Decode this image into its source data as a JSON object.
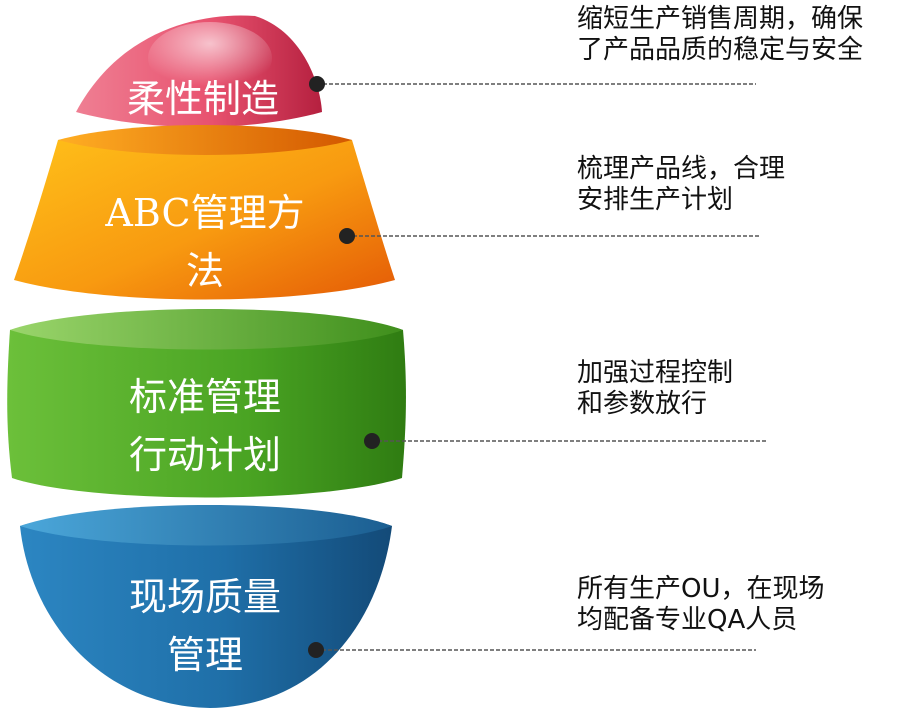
{
  "layers": [
    {
      "id": "flexible",
      "label_lines": [
        "柔性制造"
      ],
      "color": "#e8526f",
      "description": [
        "缩短生产销售周期，确保",
        "了产品品质的稳定与安全"
      ]
    },
    {
      "id": "abc",
      "label_lines": [
        "ABC管理方",
        "法"
      ],
      "color": "#f89a10",
      "description": [
        "梳理产品线，合理",
        "安排生产计划"
      ]
    },
    {
      "id": "standard",
      "label_lines": [
        "标准管理",
        "行动计划"
      ],
      "color": "#5ab52a",
      "description": [
        "加强过程控制",
        "和参数放行"
      ]
    },
    {
      "id": "quality",
      "label_lines": [
        "现场质量",
        "管理"
      ],
      "color": "#1f6fa8",
      "description": [
        "所有生产OU，在现场",
        "均配备专业QA人员"
      ]
    }
  ]
}
